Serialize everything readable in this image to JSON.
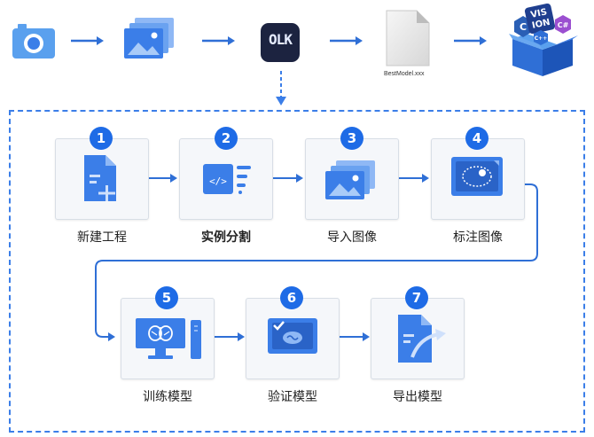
{
  "top_flow": {
    "file_caption": "BestModel.xxx",
    "olk_logo_text": "OLK",
    "package_badges": [
      "C",
      "VIS",
      "ION",
      "C#",
      "C++"
    ]
  },
  "steps": [
    {
      "number": "1",
      "label": "新建工程",
      "icon": "new-file-icon"
    },
    {
      "number": "2",
      "label": "实例分割",
      "icon": "code-segment-icon"
    },
    {
      "number": "3",
      "label": "导入图像",
      "icon": "images-icon"
    },
    {
      "number": "4",
      "label": "标注图像",
      "icon": "annotate-icon"
    },
    {
      "number": "5",
      "label": "训练模型",
      "icon": "training-computer-icon"
    },
    {
      "number": "6",
      "label": "验证模型",
      "icon": "verify-icon"
    },
    {
      "number": "7",
      "label": "导出模型",
      "icon": "export-file-icon"
    }
  ],
  "colors": {
    "accent": "#1e6be6",
    "icon_blue": "#3b7ee8",
    "icon_light": "#8fb8f5",
    "dashed_border": "#3b7ee8",
    "arrow": "#2f6fd6"
  }
}
